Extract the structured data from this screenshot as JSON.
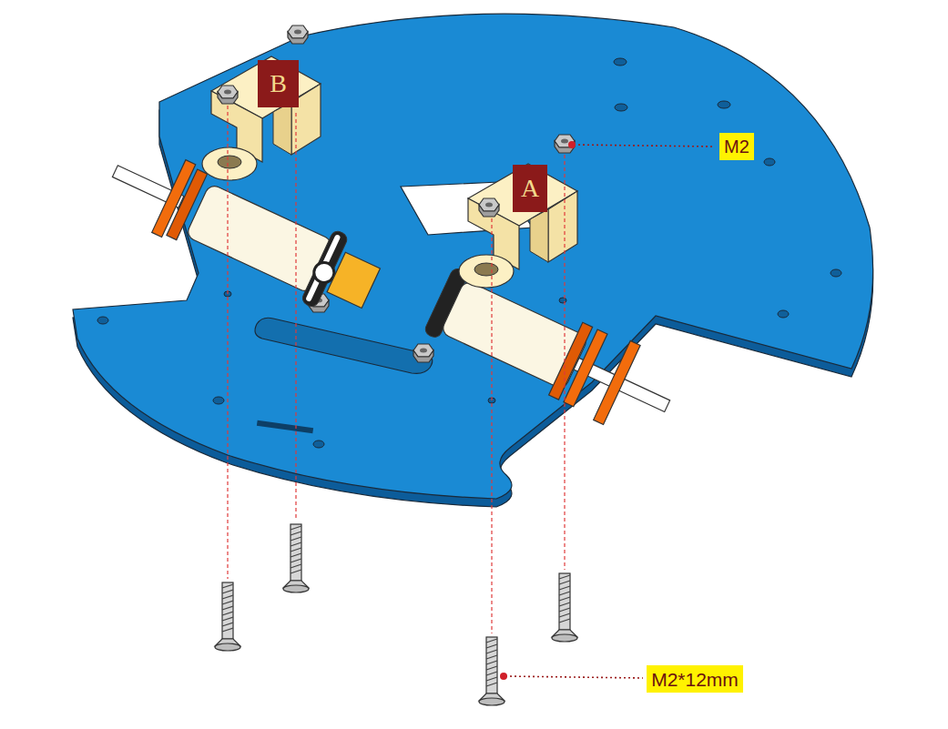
{
  "diagram": {
    "labels": [
      "B",
      "M2",
      "A",
      "M2*12mm"
    ]
  }
}
